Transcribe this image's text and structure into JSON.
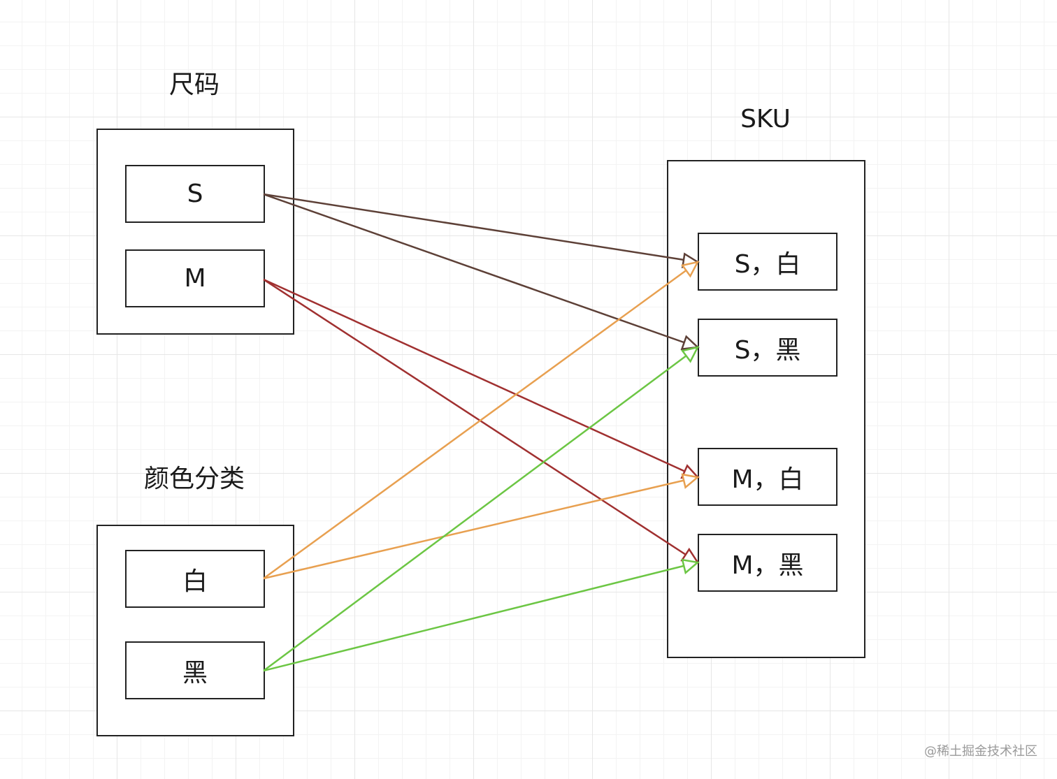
{
  "size_group": {
    "title": "尺码",
    "items": [
      "S",
      "M"
    ]
  },
  "color_group": {
    "title": "颜色分类",
    "items": [
      "白",
      "黑"
    ]
  },
  "sku_group": {
    "title": "SKU",
    "items": [
      "S，白",
      "S，黑",
      "M，白",
      "M，黑"
    ]
  },
  "edges": [
    {
      "from": "S",
      "to": "S，白",
      "color": "#5d4037"
    },
    {
      "from": "S",
      "to": "S，黑",
      "color": "#5d4037"
    },
    {
      "from": "M",
      "to": "M，白",
      "color": "#a03030"
    },
    {
      "from": "M",
      "to": "M，黑",
      "color": "#a03030"
    },
    {
      "from": "白",
      "to": "S，白",
      "color": "#e8a050"
    },
    {
      "from": "白",
      "to": "M，白",
      "color": "#e8a050"
    },
    {
      "from": "黑",
      "to": "S，黑",
      "color": "#6cc644"
    },
    {
      "from": "黑",
      "to": "M，黑",
      "color": "#6cc644"
    }
  ],
  "watermark": "@稀土掘金技术社区"
}
